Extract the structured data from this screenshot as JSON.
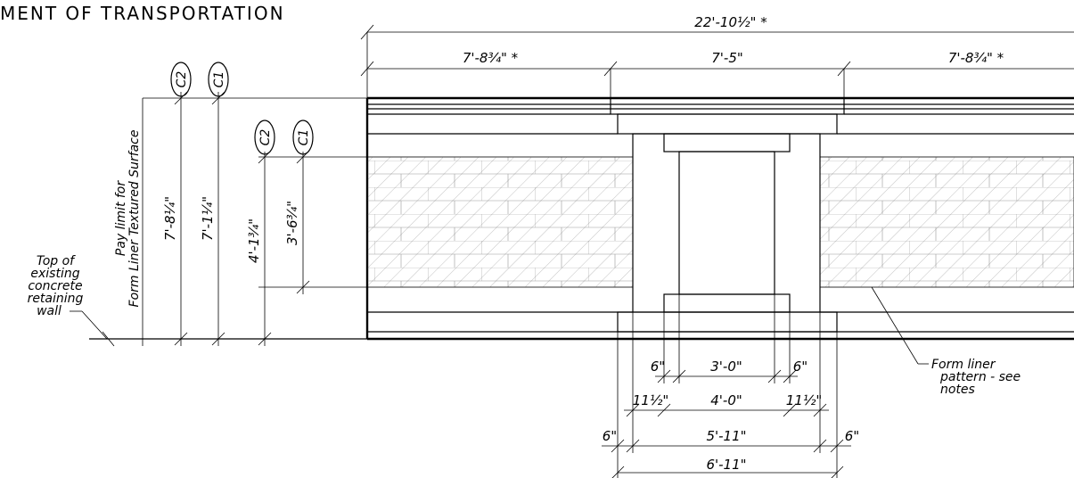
{
  "header": {
    "title": "MENT OF TRANSPORTATION"
  },
  "callouts": {
    "c2": "C2",
    "c1": "C1"
  },
  "dims": {
    "overall": "22'-10½\" *",
    "left": "7'-8¾\" *",
    "center": "7'-5\"",
    "right": "7'-8¾\" *",
    "h1": "7'-8¼\"",
    "h2": "7'-1¼\"",
    "h3": "4'-1¾\"",
    "h4": "3'-6¾\"",
    "b1": "3'-0\"",
    "b1_left": "6\"",
    "b1_right": "6\"",
    "b2": "4'-0\"",
    "b2_left": "11½\"",
    "b2_right": "11½\"",
    "b3": "5'-11\"",
    "b3_left": "6\"",
    "b3_right": "6\"",
    "b4": "6'-11\""
  },
  "labels": {
    "pay_limit": [
      "Pay limit for",
      "Form Liner Textured Surface"
    ],
    "top_of_wall": [
      "Top of",
      "existing",
      "concrete",
      "retaining",
      "wall"
    ],
    "form_liner": [
      "Form liner",
      "pattern - see",
      "notes"
    ]
  }
}
